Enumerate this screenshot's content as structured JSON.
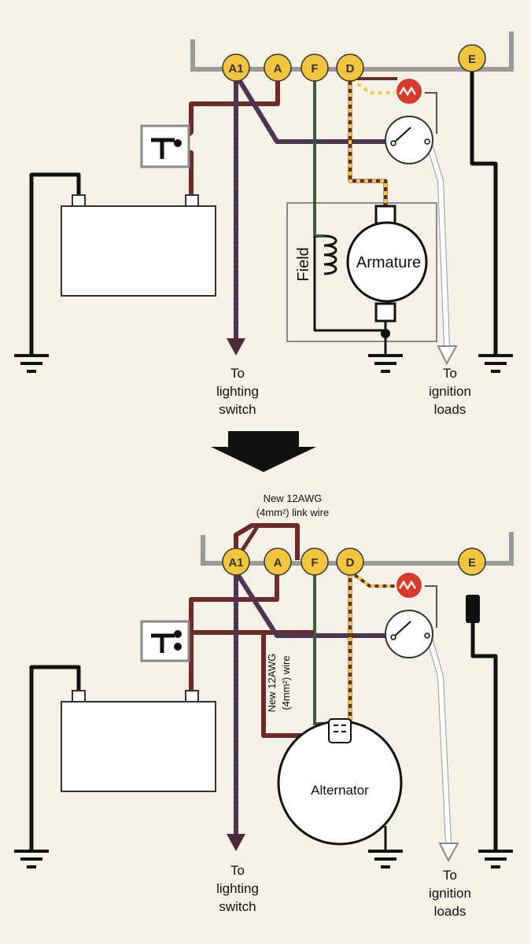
{
  "terminals": [
    "A1",
    "A",
    "F",
    "D",
    "E"
  ],
  "top": {
    "field_label": "Field",
    "armature_label": "Armature",
    "lighting_label": [
      "To",
      "lighting",
      "switch"
    ],
    "ignition_label": [
      "To",
      "ignition",
      "loads"
    ]
  },
  "bottom": {
    "link_wire_label": [
      "New 12AWG",
      "(4mm²) link wire"
    ],
    "new_wire_label": [
      "New 12AWG",
      "(4mm²) wire"
    ],
    "alternator_label": "Alternator",
    "lighting_label": [
      "To",
      "lighting",
      "switch"
    ],
    "ignition_label": [
      "To",
      "ignition",
      "loads"
    ]
  },
  "colors": {
    "terminal": "#f2c53d",
    "warning_lamp": "#d93a2b",
    "brown_wire": "#6e2a2a",
    "blue_wire": "#2f3f7a",
    "yellow_wire": "#e8cf3a",
    "green_wire": "#3b5a3e"
  }
}
